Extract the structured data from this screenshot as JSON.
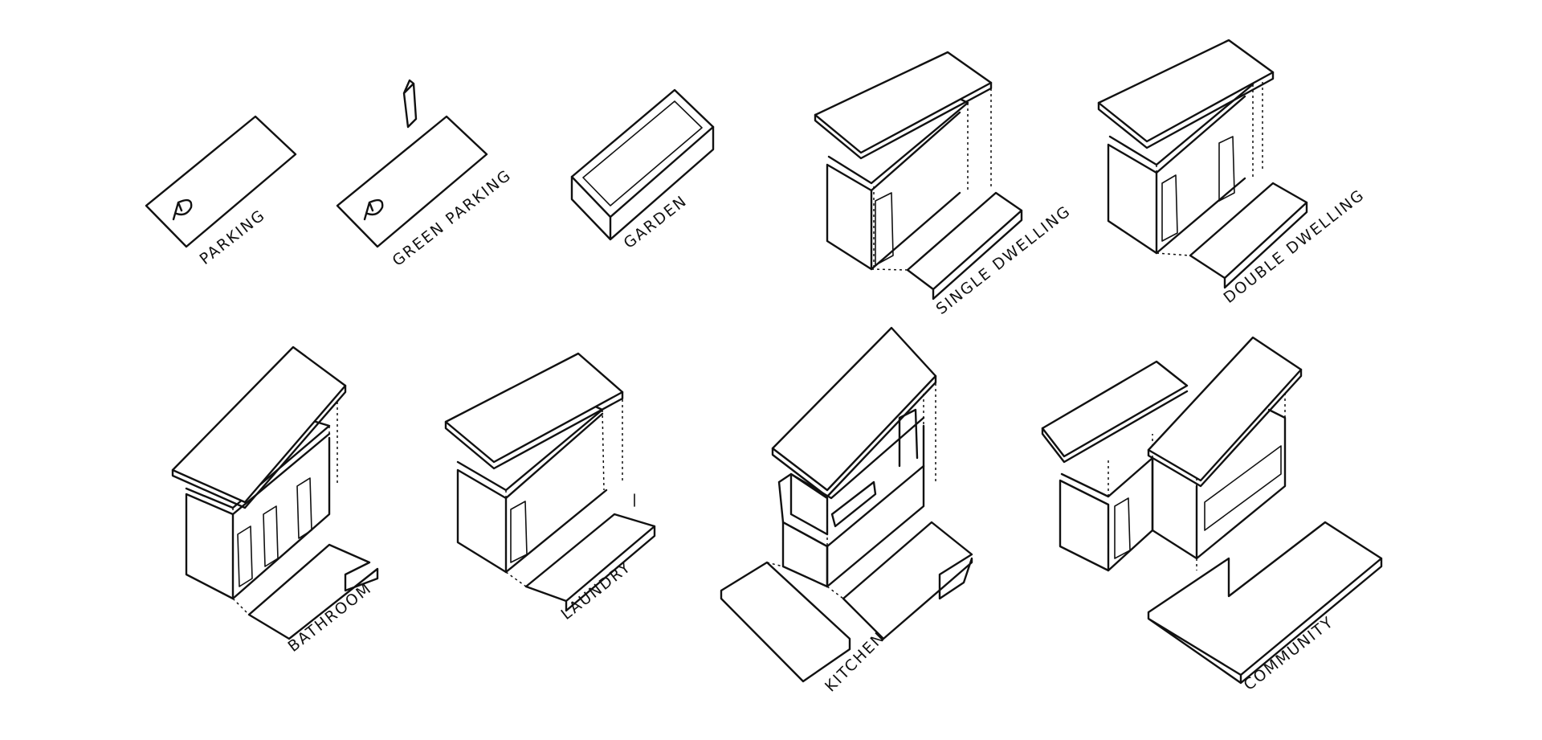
{
  "labels": {
    "parking": "PARKING",
    "green_parking": "GREEN PARKING",
    "garden": "GARDEN",
    "single_dwelling": "SINGLE DWELLING",
    "double_dwelling": "DOUBLE DWELLING",
    "bathroom": "BATHROOM",
    "laundry": "LAUNDRY",
    "kitchen": "KITCHEN",
    "community": "COMMUNITY"
  },
  "parking_glyph": "P"
}
